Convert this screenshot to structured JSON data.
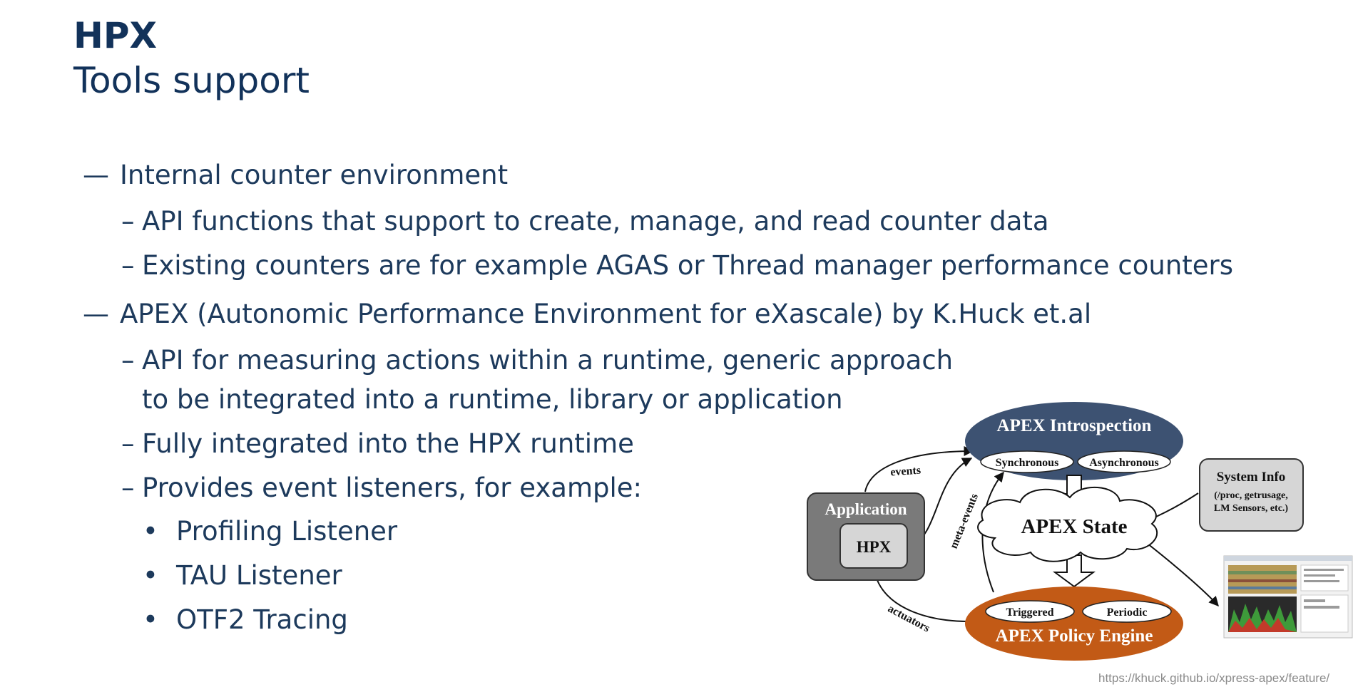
{
  "slide": {
    "title": "HPX",
    "subtitle": "Tools support"
  },
  "bullets": {
    "b1": {
      "marker": "—",
      "text": "Internal counter environment"
    },
    "b1_1": {
      "marker": "–",
      "text": "API functions that support to create, manage, and read counter data"
    },
    "b1_2": {
      "marker": "–",
      "text": "Existing counters are for example AGAS or Thread manager performance counters"
    },
    "b2": {
      "marker": "—",
      "text": "APEX (Autonomic Performance Environment for eXascale) by K.Huck et.al"
    },
    "b2_1": {
      "marker": "–",
      "text": "API for measuring actions within a runtime, generic approach",
      "text_cont": "to be integrated into a runtime, library or application"
    },
    "b2_2": {
      "marker": "–",
      "text": "Fully integrated into the HPX runtime"
    },
    "b2_3": {
      "marker": "–",
      "text": "Provides event listeners, for example:"
    },
    "b2_3_1": {
      "marker": "•",
      "text": "Profiling Listener"
    },
    "b2_3_2": {
      "marker": "•",
      "text": "TAU Listener"
    },
    "b2_3_3": {
      "marker": "•",
      "text": "OTF2 Tracing"
    }
  },
  "diagram": {
    "introspection": "APEX Introspection",
    "synchronous": "Synchronous",
    "asynchronous": "Asynchronous",
    "state": "APEX State",
    "policy": "APEX Policy Engine",
    "triggered": "Triggered",
    "periodic": "Periodic",
    "application": "Application",
    "hpx": "HPX",
    "sysinfo_title": "System Info",
    "sysinfo_line1": "(/proc, getrusage,",
    "sysinfo_line2": "LM Sensors, etc.)",
    "events": "events",
    "meta_events": "meta-events",
    "actuators": "actuators",
    "colors": {
      "introspection": "#3d5272",
      "policy": "#c25a16",
      "application": "#7a7a7a"
    }
  },
  "source_url": "https://khuck.github.io/xpress-apex/feature/"
}
